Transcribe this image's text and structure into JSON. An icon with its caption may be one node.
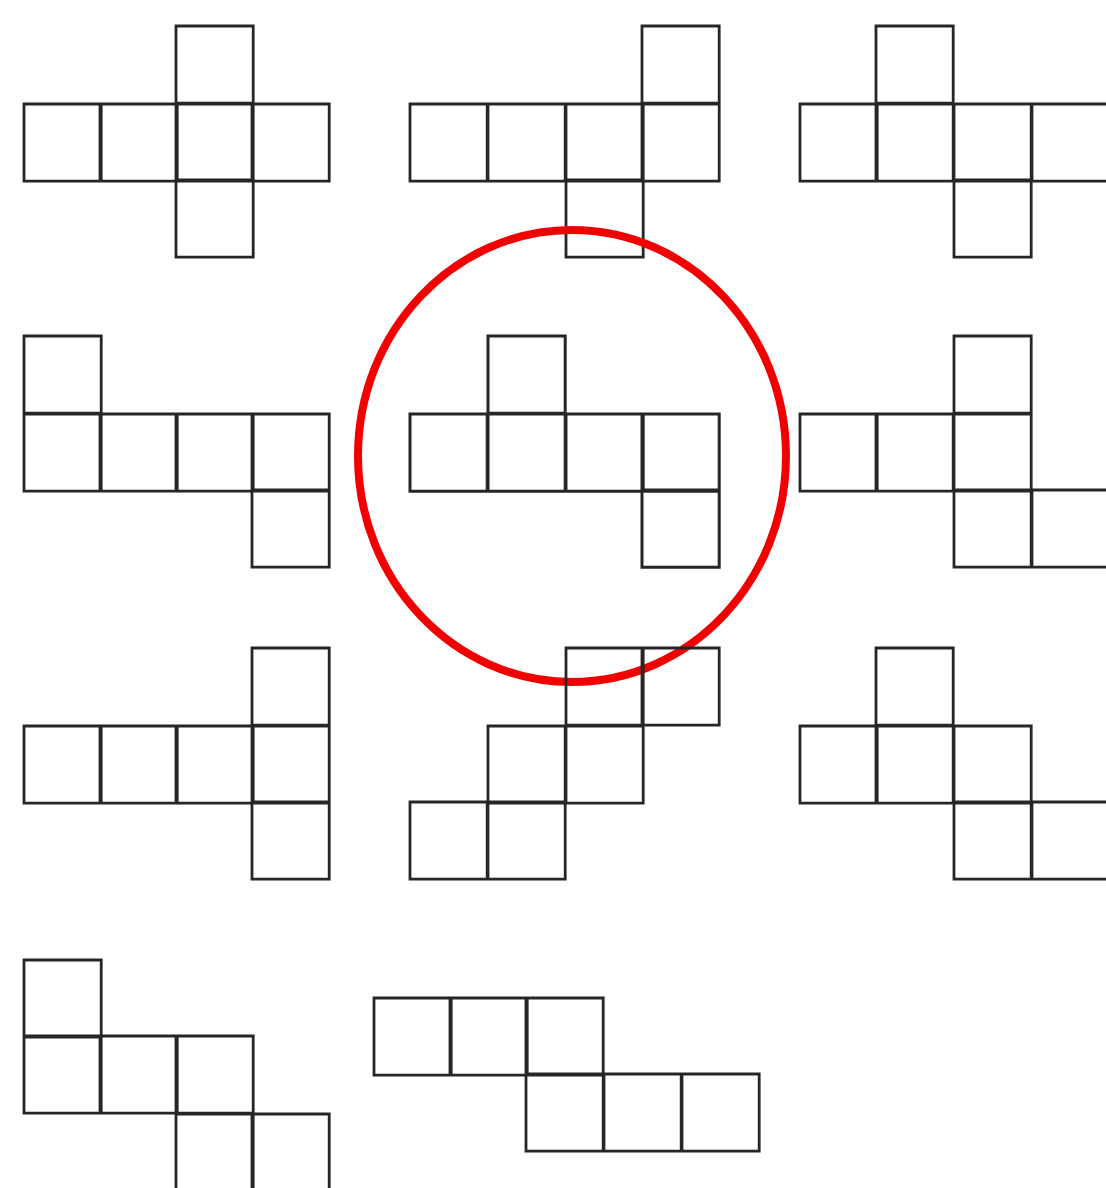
{
  "diagram": {
    "nodes": [
      {
        "text": [],
        "shape": "net"
      },
      {
        "text": [],
        "shape": "net"
      },
      {
        "text": [],
        "shape": "net"
      },
      {
        "text": [],
        "shape": "net"
      },
      {
        "text": [],
        "shape": "circle"
      },
      {
        "text": [],
        "shape": "net",
        "in": 4
      },
      {
        "text": [],
        "shape": "net"
      },
      {
        "text": [],
        "shape": "net"
      },
      {
        "text": [],
        "shape": "net"
      },
      {
        "text": [],
        "shape": "net"
      },
      {
        "text": [],
        "shape": "net"
      },
      {
        "text": [],
        "shape": "net"
      }
    ]
  }
}
